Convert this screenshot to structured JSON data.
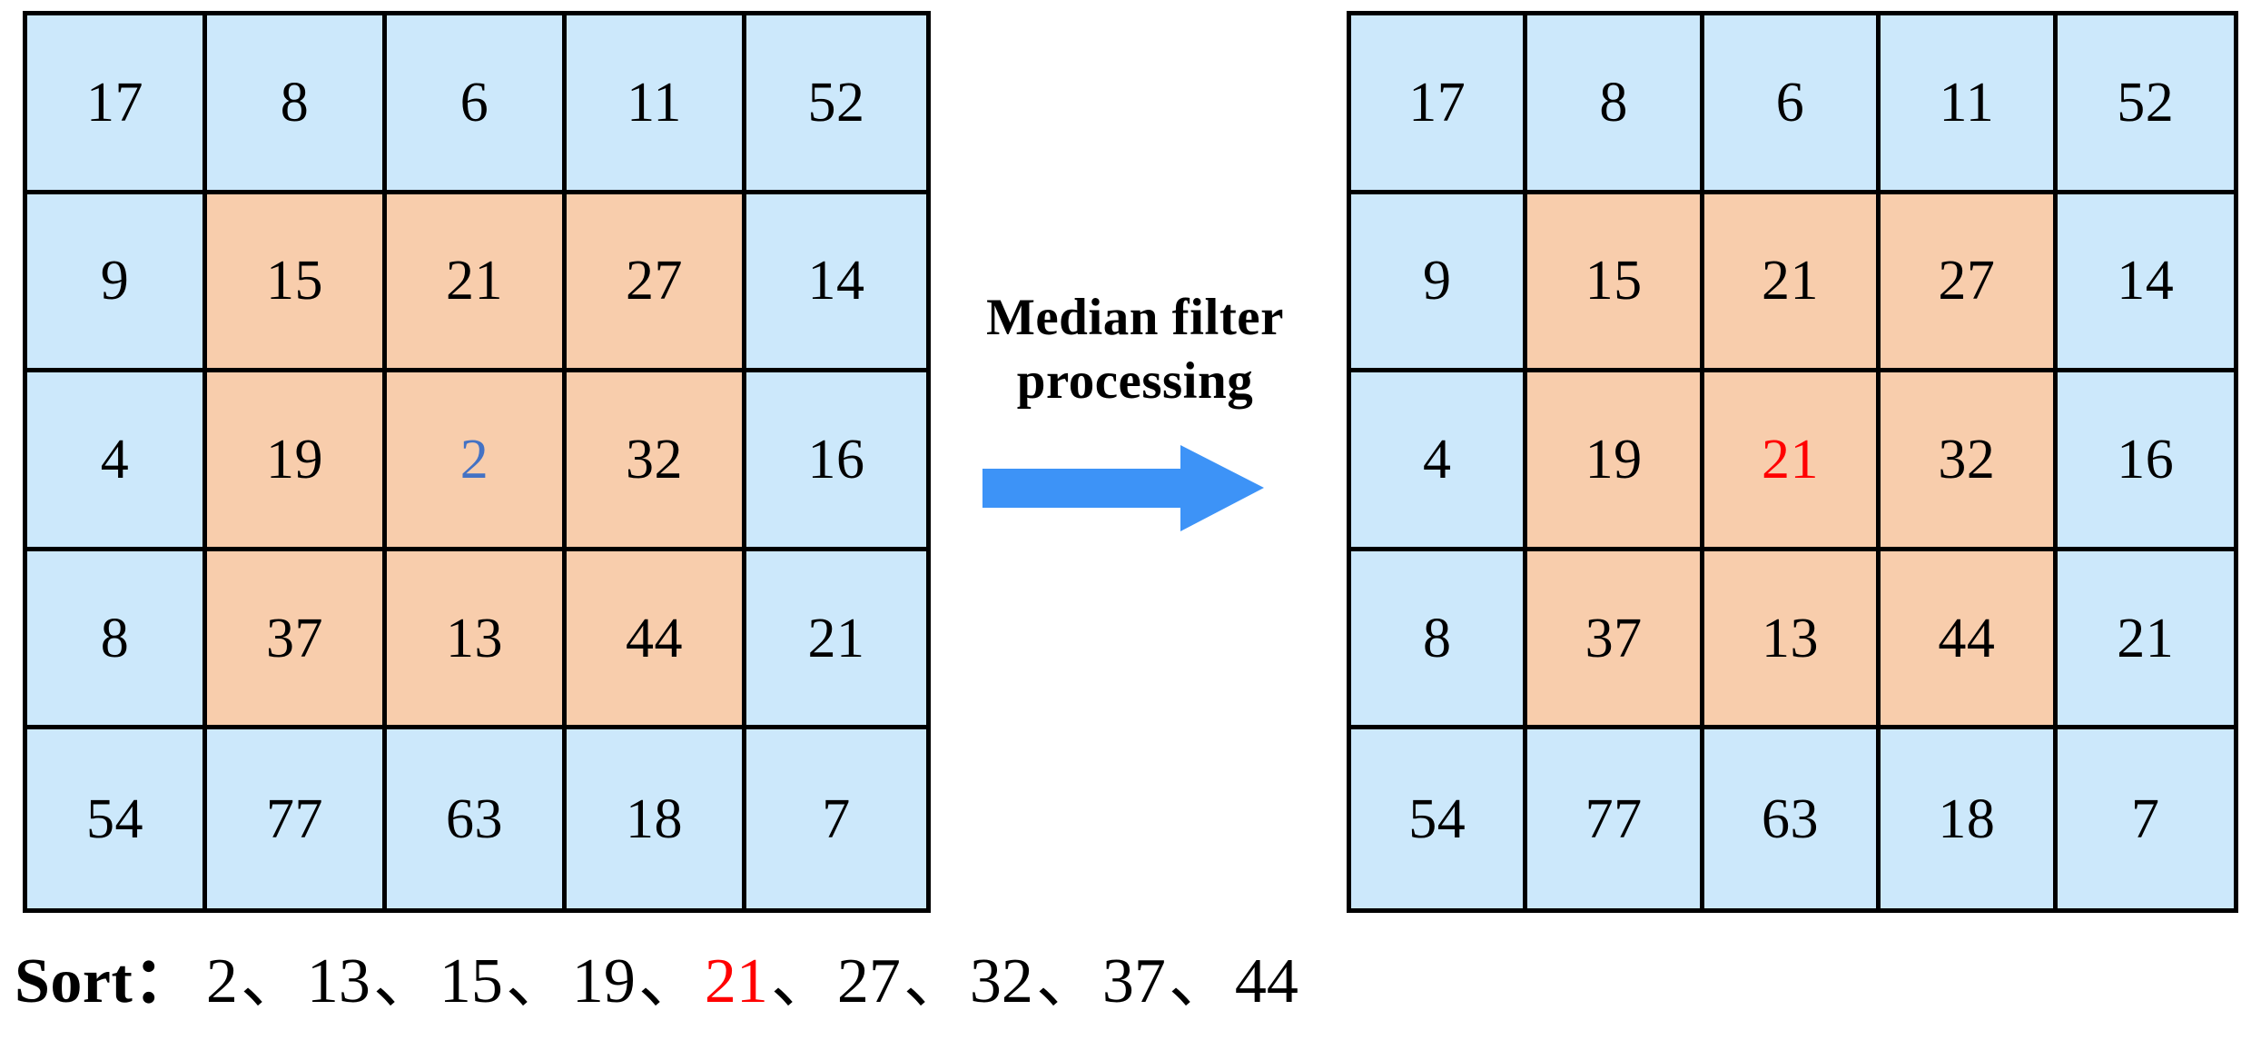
{
  "colors": {
    "cell_blue": "#cce8fb",
    "cell_orange": "#f8cdac",
    "grid_line": "#000000",
    "arrow_blue": "#3d93f7",
    "highlight_red": "#ff0000",
    "original_value_blue": "#4472c4",
    "background": "#ffffff"
  },
  "left_grid": {
    "title": "input-window",
    "rows": [
      [
        {
          "value": "17",
          "fill": "blue",
          "accent": "none"
        },
        {
          "value": "8",
          "fill": "blue",
          "accent": "none"
        },
        {
          "value": "6",
          "fill": "blue",
          "accent": "none"
        },
        {
          "value": "11",
          "fill": "blue",
          "accent": "none"
        },
        {
          "value": "52",
          "fill": "blue",
          "accent": "none"
        }
      ],
      [
        {
          "value": "9",
          "fill": "blue",
          "accent": "none"
        },
        {
          "value": "15",
          "fill": "orange",
          "accent": "none"
        },
        {
          "value": "21",
          "fill": "orange",
          "accent": "none"
        },
        {
          "value": "27",
          "fill": "orange",
          "accent": "none"
        },
        {
          "value": "14",
          "fill": "blue",
          "accent": "none"
        }
      ],
      [
        {
          "value": "4",
          "fill": "blue",
          "accent": "none"
        },
        {
          "value": "19",
          "fill": "orange",
          "accent": "none"
        },
        {
          "value": "2",
          "fill": "orange",
          "accent": "blue"
        },
        {
          "value": "32",
          "fill": "orange",
          "accent": "none"
        },
        {
          "value": "16",
          "fill": "blue",
          "accent": "none"
        }
      ],
      [
        {
          "value": "8",
          "fill": "blue",
          "accent": "none"
        },
        {
          "value": "37",
          "fill": "orange",
          "accent": "none"
        },
        {
          "value": "13",
          "fill": "orange",
          "accent": "none"
        },
        {
          "value": "44",
          "fill": "orange",
          "accent": "none"
        },
        {
          "value": "21",
          "fill": "blue",
          "accent": "none"
        }
      ],
      [
        {
          "value": "54",
          "fill": "blue",
          "accent": "none"
        },
        {
          "value": "77",
          "fill": "blue",
          "accent": "none"
        },
        {
          "value": "63",
          "fill": "blue",
          "accent": "none"
        },
        {
          "value": "18",
          "fill": "blue",
          "accent": "none"
        },
        {
          "value": "7",
          "fill": "blue",
          "accent": "none"
        }
      ]
    ]
  },
  "right_grid": {
    "title": "output-window",
    "rows": [
      [
        {
          "value": "17",
          "fill": "blue",
          "accent": "none"
        },
        {
          "value": "8",
          "fill": "blue",
          "accent": "none"
        },
        {
          "value": "6",
          "fill": "blue",
          "accent": "none"
        },
        {
          "value": "11",
          "fill": "blue",
          "accent": "none"
        },
        {
          "value": "52",
          "fill": "blue",
          "accent": "none"
        }
      ],
      [
        {
          "value": "9",
          "fill": "blue",
          "accent": "none"
        },
        {
          "value": "15",
          "fill": "orange",
          "accent": "none"
        },
        {
          "value": "21",
          "fill": "orange",
          "accent": "none"
        },
        {
          "value": "27",
          "fill": "orange",
          "accent": "none"
        },
        {
          "value": "14",
          "fill": "blue",
          "accent": "none"
        }
      ],
      [
        {
          "value": "4",
          "fill": "blue",
          "accent": "none"
        },
        {
          "value": "19",
          "fill": "orange",
          "accent": "none"
        },
        {
          "value": "21",
          "fill": "orange",
          "accent": "red"
        },
        {
          "value": "32",
          "fill": "orange",
          "accent": "none"
        },
        {
          "value": "16",
          "fill": "blue",
          "accent": "none"
        }
      ],
      [
        {
          "value": "8",
          "fill": "blue",
          "accent": "none"
        },
        {
          "value": "37",
          "fill": "orange",
          "accent": "none"
        },
        {
          "value": "13",
          "fill": "orange",
          "accent": "none"
        },
        {
          "value": "44",
          "fill": "orange",
          "accent": "none"
        },
        {
          "value": "21",
          "fill": "blue",
          "accent": "none"
        }
      ],
      [
        {
          "value": "54",
          "fill": "blue",
          "accent": "none"
        },
        {
          "value": "77",
          "fill": "blue",
          "accent": "none"
        },
        {
          "value": "63",
          "fill": "blue",
          "accent": "none"
        },
        {
          "value": "18",
          "fill": "blue",
          "accent": "none"
        },
        {
          "value": "7",
          "fill": "blue",
          "accent": "none"
        }
      ]
    ]
  },
  "middle": {
    "label_line1": "Median filter",
    "label_line2": "processing",
    "arrow_icon": "right-arrow-icon"
  },
  "sort": {
    "label": "Sort：",
    "separator": "、",
    "values": [
      "2",
      "13",
      "15",
      "19",
      "21",
      "27",
      "32",
      "37",
      "44"
    ],
    "highlighted_value": "21"
  }
}
